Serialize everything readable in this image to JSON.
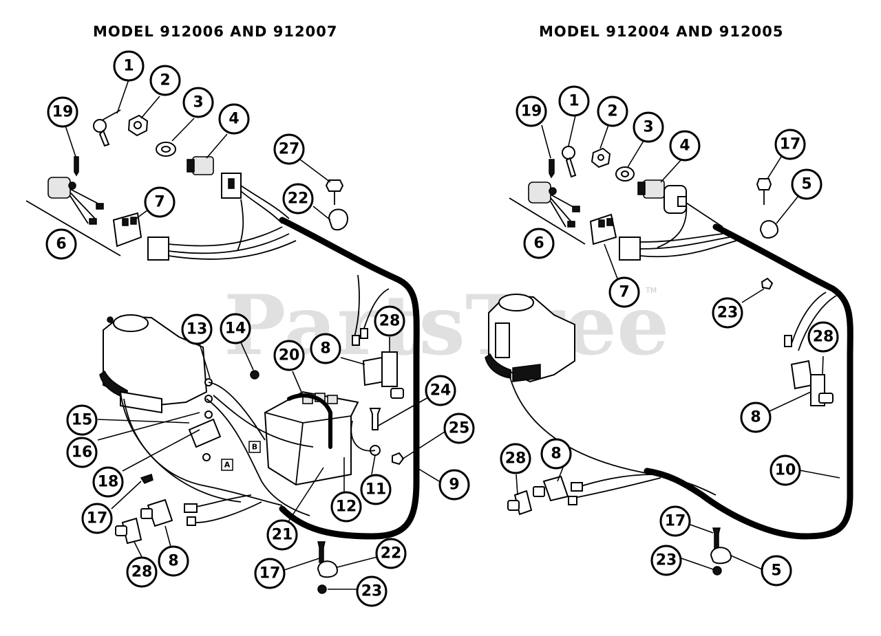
{
  "diagrams": {
    "left": {
      "title": "MODEL 912006 AND 912007",
      "callouts": [
        "1",
        "2",
        "3",
        "4",
        "19",
        "27",
        "22",
        "7",
        "6",
        "13",
        "14",
        "20",
        "8",
        "28",
        "24",
        "25",
        "15",
        "16",
        "18",
        "17",
        "9",
        "11",
        "12",
        "21",
        "28",
        "8",
        "17",
        "22",
        "23"
      ],
      "connector_labels": [
        "A",
        "B"
      ]
    },
    "right": {
      "title": "MODEL 912004 AND 912005",
      "callouts": [
        "19",
        "1",
        "2",
        "3",
        "4",
        "17",
        "5",
        "6",
        "7",
        "23",
        "28",
        "8",
        "10",
        "28",
        "8",
        "17",
        "23",
        "5"
      ]
    }
  },
  "watermark": {
    "text": "PartsTree",
    "mark": "TM"
  }
}
